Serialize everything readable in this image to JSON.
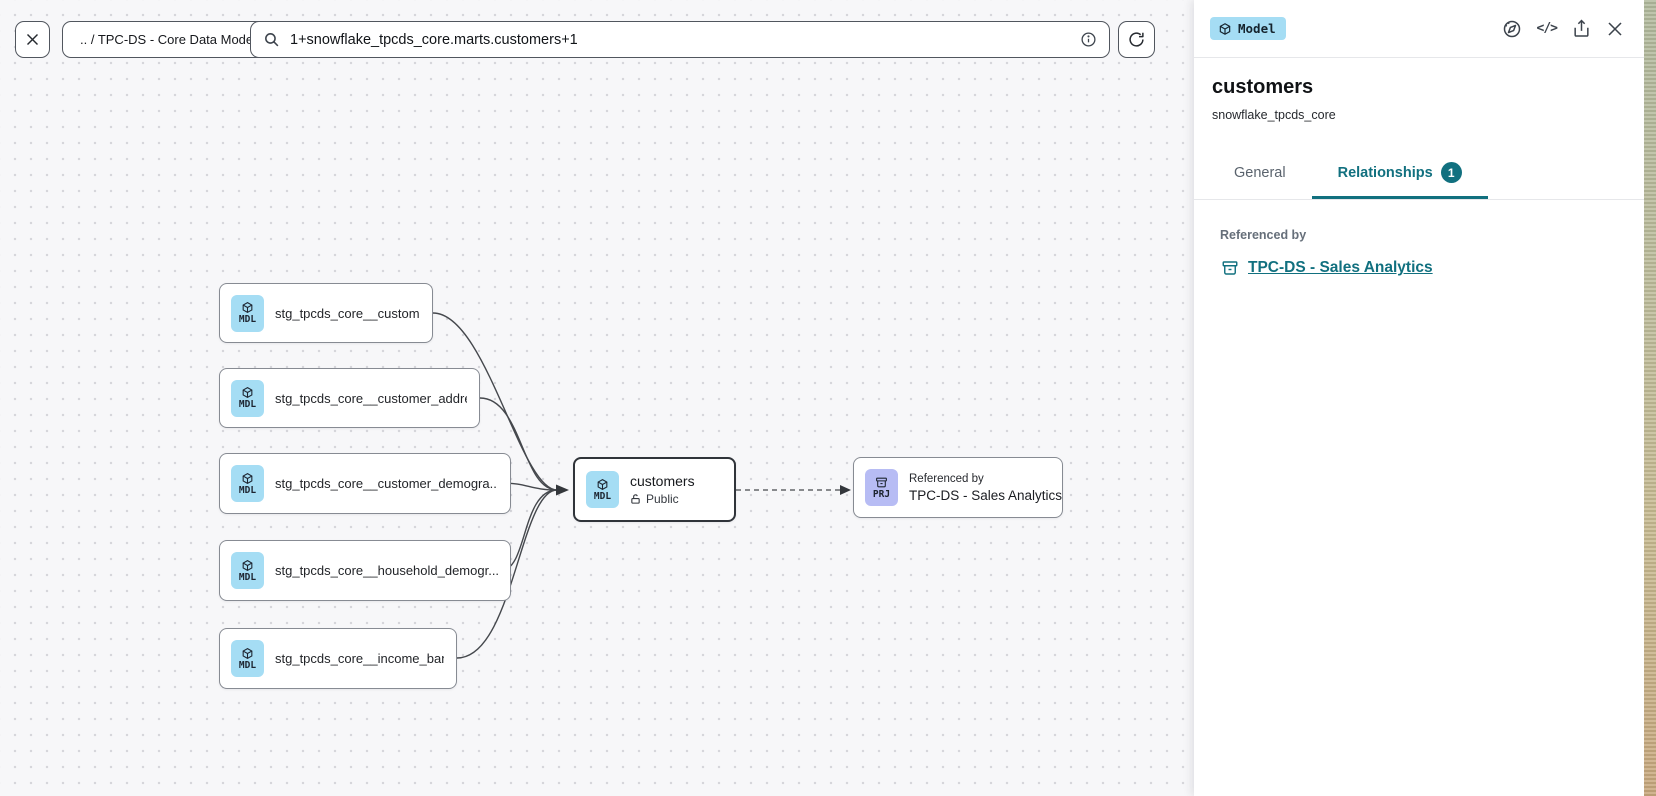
{
  "toolbar": {
    "close_icon": "close",
    "breadcrumb": ".. / TPC-DS - Core Data Models",
    "search_value": "1+snowflake_tpcds_core.marts.customers+1",
    "search_icon": "magnifier",
    "info_icon": "info",
    "refresh_icon": "refresh"
  },
  "canvas": {
    "nodes": [
      {
        "type": "MDL",
        "label": "stg_tpcds_core__customer"
      },
      {
        "type": "MDL",
        "label": "stg_tpcds_core__customer_address"
      },
      {
        "type": "MDL",
        "label": "stg_tpcds_core__customer_demogra..."
      },
      {
        "type": "MDL",
        "label": "stg_tpcds_core__household_demogr..."
      },
      {
        "type": "MDL",
        "label": "stg_tpcds_core__income_band"
      },
      {
        "type": "MDL",
        "label": "customers",
        "visibility": "Public"
      },
      {
        "type": "PRJ",
        "kicker": "Referenced by",
        "label": "TPC-DS - Sales Analytics"
      }
    ],
    "edges": [
      {
        "from": "stg_tpcds_core__customer",
        "to": "customers",
        "style": "solid"
      },
      {
        "from": "stg_tpcds_core__customer_address",
        "to": "customers",
        "style": "solid"
      },
      {
        "from": "stg_tpcds_core__customer_demogra...",
        "to": "customers",
        "style": "solid"
      },
      {
        "from": "stg_tpcds_core__household_demogr...",
        "to": "customers",
        "style": "solid"
      },
      {
        "from": "stg_tpcds_core__income_band",
        "to": "customers",
        "style": "solid"
      },
      {
        "from": "customers",
        "to": "TPC-DS - Sales Analytics",
        "style": "dashed"
      }
    ]
  },
  "panel": {
    "type_badge": {
      "label": "Model"
    },
    "icons": {
      "compass": "explore",
      "code_glyph": "</>",
      "share": "share",
      "close": "close"
    },
    "title": "customers",
    "subtitle": "snowflake_tpcds_core",
    "tabs": [
      {
        "label": "General",
        "active": false
      },
      {
        "label": "Relationships",
        "badge": "1",
        "active": true
      }
    ],
    "referenced_by": {
      "heading": "Referenced by",
      "link_label": "TPC-DS - Sales Analytics",
      "link_icon": "archive"
    }
  },
  "colors": {
    "accent_teal": "#11707f",
    "model_tile_blue": "#a5ddf4",
    "project_tile_purple": "#b7bcf4",
    "canvas_bg": "#f7f7f9",
    "edge_gray": "#45484d"
  }
}
